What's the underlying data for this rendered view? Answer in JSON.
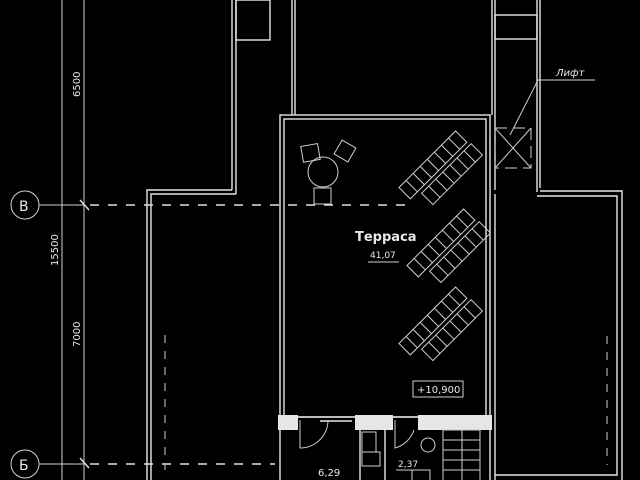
{
  "drawing": {
    "room_name": "Терраса",
    "room_area": "41,07",
    "elevation_mark": "+10,900",
    "elevator_label": "Лифт",
    "room_area_bottom_left": "6,29",
    "room_area_bottom_mid": "2,37"
  },
  "dimensions": {
    "upper": "6500",
    "total": "15500",
    "lower": "7000"
  },
  "axes": {
    "top": "В",
    "bottom": "Б"
  },
  "colors": {
    "background": "#000000",
    "lines": "#e6e6e6"
  }
}
